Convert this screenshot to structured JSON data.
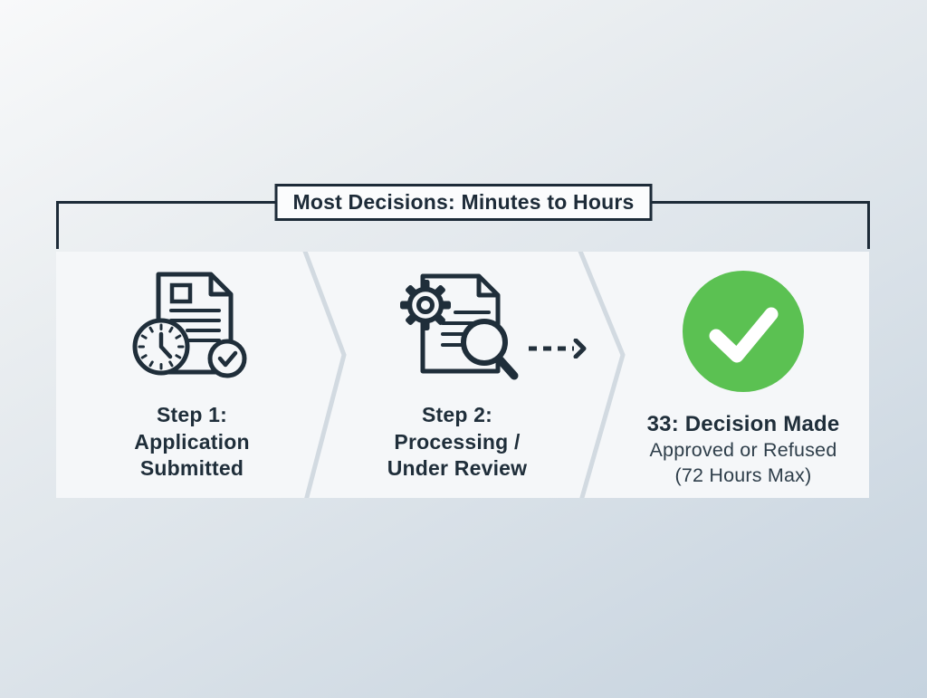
{
  "banner": {
    "label": "Most Decisions: Minutes to Hours"
  },
  "steps": [
    {
      "icon": "document-clock-check-icon",
      "line1": "Step 1:",
      "line2": "Application",
      "line3": "Submitted"
    },
    {
      "icon": "document-gear-magnifier-icon",
      "line1": "Step 2:",
      "line2": "Processing /",
      "line3": "Under Review"
    },
    {
      "icon": "green-check-circle-icon",
      "line1": "33: Decision Made",
      "line2": "Approved or Refused",
      "line3": "(72 Hours Max)"
    }
  ],
  "connector": {
    "icon": "dashed-arrow-icon"
  },
  "colors": {
    "ink": "#1f2e3a",
    "accent_green": "#5bc152",
    "band_background": "#f5f7f9",
    "divider": "#d2dae1",
    "page_background_top": "#f8f9fa",
    "page_background_bottom": "#c6d3df"
  }
}
